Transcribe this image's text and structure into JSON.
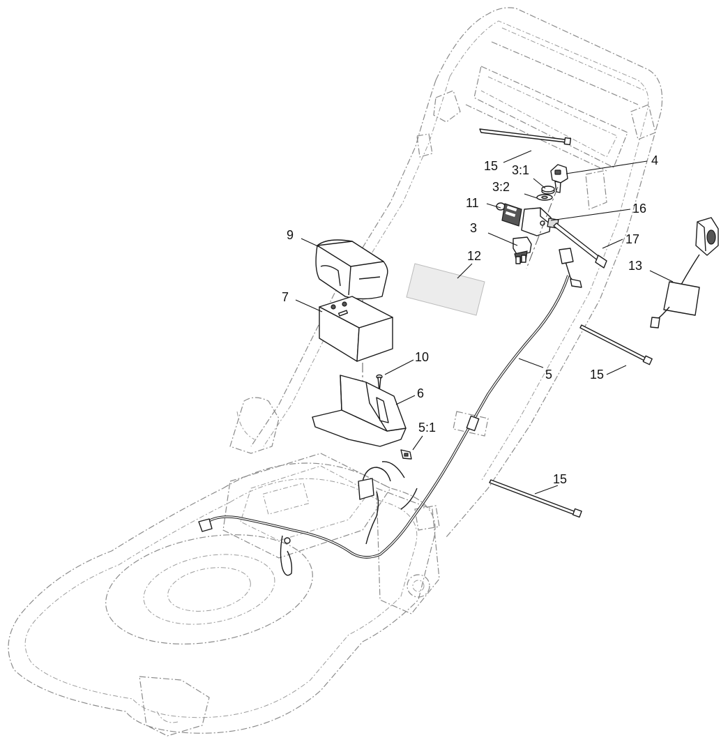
{
  "callouts": {
    "c4": "4",
    "c15a": "15",
    "c3_1": "3:1",
    "c3_2": "3:2",
    "c11": "11",
    "c16": "16",
    "c3": "3",
    "c9": "9",
    "c17": "17",
    "c13": "13",
    "c12": "12",
    "c7": "7",
    "c10": "10",
    "c5": "5",
    "c15b": "15",
    "c6": "6",
    "c5_1": "5:1",
    "c15c": "15"
  }
}
